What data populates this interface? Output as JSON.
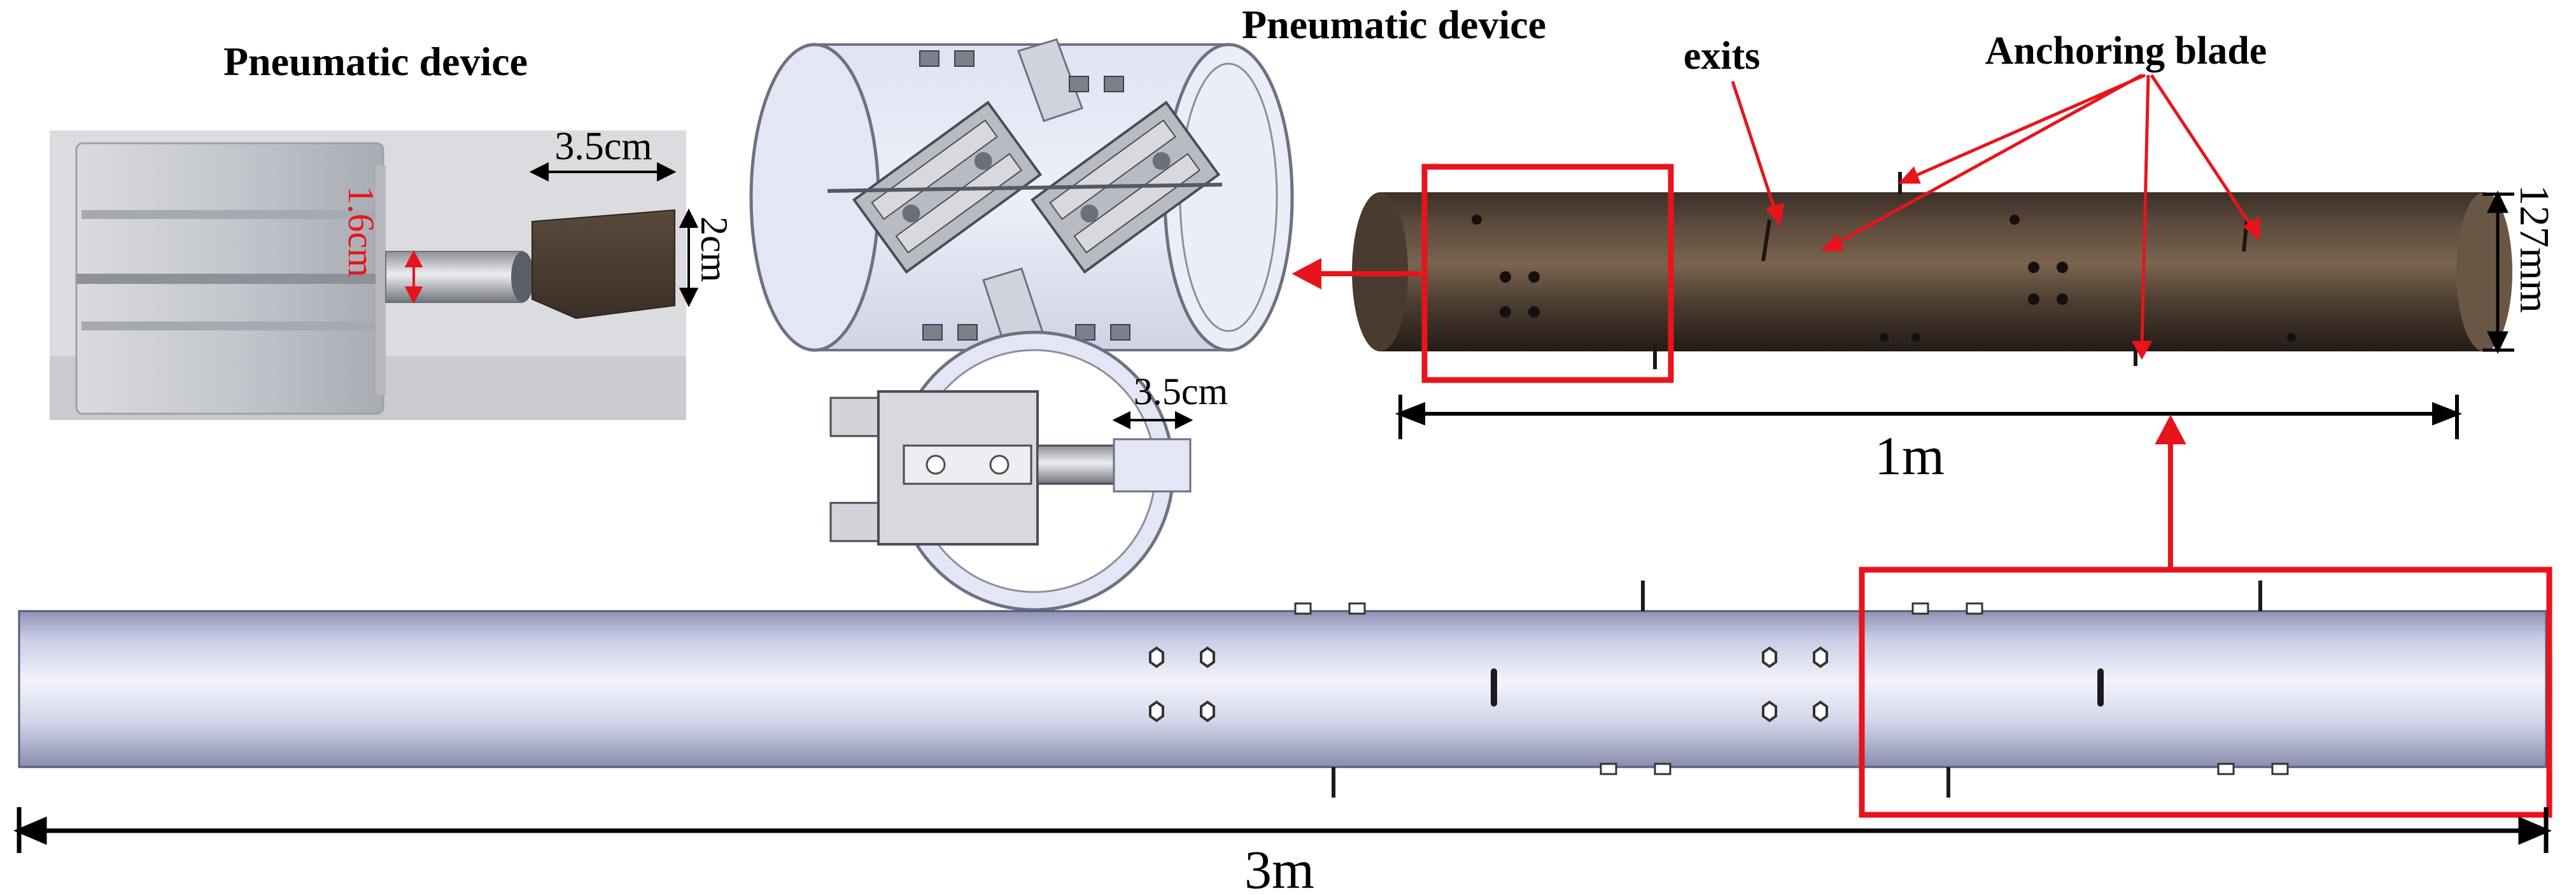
{
  "figure": {
    "photo_panel": {
      "title": "Pneumatic device",
      "blade_length": "3.5cm",
      "blade_height": "2cm",
      "rod_diameter": "1.6cm"
    },
    "cad_panel": {
      "title": "Pneumatic device",
      "section_blade_length": "3.5cm"
    },
    "pipe_photo_panel": {
      "exits_label": "exits",
      "blade_label": "Anchoring blade",
      "diameter": "127mm",
      "length": "1m"
    },
    "full_pipe_panel": {
      "length": "3m"
    },
    "colors": {
      "highlight": "#e8141b",
      "pipe_dark": "#2a2420",
      "pipe_metal": "#c9cde8"
    }
  }
}
